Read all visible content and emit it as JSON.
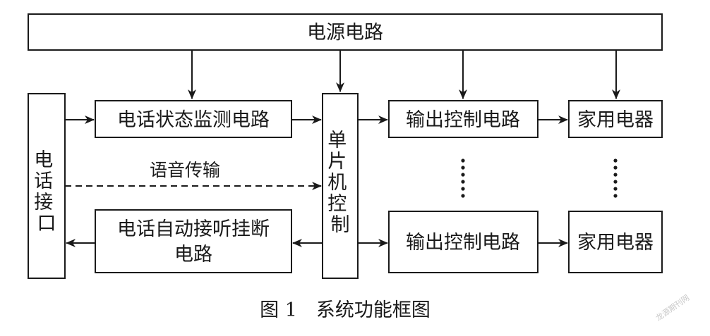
{
  "nodes": {
    "power": "电源电路",
    "phone_interface": "电话接口",
    "monitor": "电话状态监测电路",
    "auto_answer_line1": "电话自动接听挂断",
    "auto_answer_line2": "电路",
    "mcu": "单片机控制",
    "output_top": "输出控制电路",
    "output_bottom": "输出控制电路",
    "appliance_top": "家用电器",
    "appliance_bottom": "家用电器"
  },
  "edges": {
    "voice_label": "语音传输"
  },
  "caption": "图 1　系统功能框图",
  "watermark": "龙源期刊网"
}
